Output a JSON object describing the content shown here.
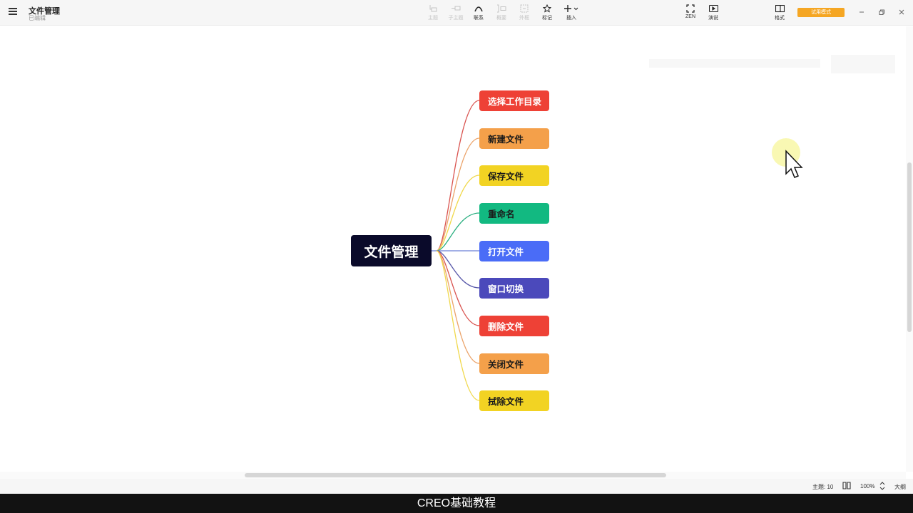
{
  "header": {
    "title": "文件管理",
    "status": "已编辑"
  },
  "toolbar": {
    "tools": [
      {
        "label": "主题",
        "icon": "topic-icon",
        "enabled": false
      },
      {
        "label": "子主题",
        "icon": "subtopic-icon",
        "enabled": false
      },
      {
        "label": "联系",
        "icon": "relationship-icon",
        "enabled": true
      },
      {
        "label": "概要",
        "icon": "summary-icon",
        "enabled": false
      },
      {
        "label": "外框",
        "icon": "boundary-icon",
        "enabled": false
      },
      {
        "label": "标记",
        "icon": "star-icon",
        "enabled": true
      },
      {
        "label": "插入",
        "icon": "plus-icon",
        "enabled": true
      }
    ],
    "right_tools": [
      {
        "label": "ZEN",
        "icon": "fullscreen-icon"
      },
      {
        "label": "演说",
        "icon": "play-icon"
      },
      {
        "label": "格式",
        "icon": "panel-icon"
      }
    ],
    "trial_button": "试用模式"
  },
  "mindmap": {
    "root": {
      "label": "文件管理",
      "color": "#0a0a2a"
    },
    "children": [
      {
        "label": "选择工作目录",
        "bg": "#ee4136",
        "fg": "#ffffff",
        "line": "#d9534f"
      },
      {
        "label": "新建文件",
        "bg": "#f4a04a",
        "fg": "#1a1a1a",
        "line": "#eba36a"
      },
      {
        "label": "保存文件",
        "bg": "#f2d323",
        "fg": "#1a1a1a",
        "line": "#f0d84a"
      },
      {
        "label": "重命名",
        "bg": "#12b981",
        "fg": "#1a1a1a",
        "line": "#2aaf80"
      },
      {
        "label": "打开文件",
        "bg": "#4a6cf7",
        "fg": "#ffffff",
        "line": "#6a7fd8"
      },
      {
        "label": "窗口切换",
        "bg": "#4b49bb",
        "fg": "#ffffff",
        "line": "#5656a8"
      },
      {
        "label": "删除文件",
        "bg": "#ee4136",
        "fg": "#ffffff",
        "line": "#d9534f"
      },
      {
        "label": "关闭文件",
        "bg": "#f4a04a",
        "fg": "#1a1a1a",
        "line": "#eba36a"
      },
      {
        "label": "拭除文件",
        "bg": "#f2d323",
        "fg": "#1a1a1a",
        "line": "#f0d84a"
      }
    ]
  },
  "statusbar": {
    "topic_count_label": "主题: 10",
    "zoom": "100%",
    "outline_label": "大纲"
  },
  "subtitle": "CREO基础教程"
}
